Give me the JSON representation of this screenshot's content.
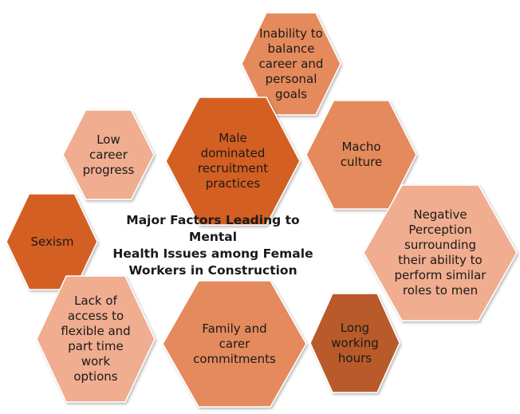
{
  "title": "Major Factors Leading to Mental\nHealth Issues among Female\nWorkers in Construction",
  "colors": {
    "dark": "#d45f24",
    "medium": "#e58a5c",
    "light": "#f0ad8f",
    "brown": "#b85a2a",
    "stroke": "#ffffff"
  },
  "factors": [
    {
      "id": "balance",
      "label": "Inability to\nbalance\ncareer and\npersonal\ngoals",
      "shade": "medium"
    },
    {
      "id": "male-dominated",
      "label": "Male\ndominated\nrecruitment\npractices",
      "shade": "dark"
    },
    {
      "id": "macho",
      "label": "Macho\nculture",
      "shade": "medium"
    },
    {
      "id": "low-career",
      "label": "Low\ncareer\nprogress",
      "shade": "light"
    },
    {
      "id": "sexism",
      "label": "Sexism",
      "shade": "dark"
    },
    {
      "id": "negative-perception",
      "label": "Negative\nPerception\nsurrounding\ntheir ability to\nperform similar\nroles to men",
      "shade": "light"
    },
    {
      "id": "flexible",
      "label": "Lack of\naccess to\nflexible and\npart time\nwork\noptions",
      "shade": "light"
    },
    {
      "id": "family",
      "label": "Family and\ncarer\ncommitments",
      "shade": "medium"
    },
    {
      "id": "long-hours",
      "label": "Long\nworking\nhours",
      "shade": "brown"
    }
  ]
}
